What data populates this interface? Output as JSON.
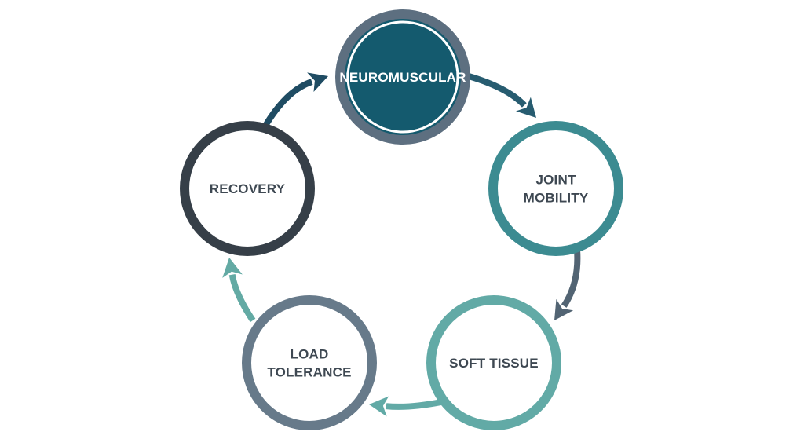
{
  "diagram": {
    "type": "cycle",
    "nodes": [
      {
        "id": "neuromuscular",
        "label": [
          "NEUROMUSCULAR"
        ],
        "ring_color": "#5d6f80",
        "fill_color": "#145a6e",
        "text_color": "#ffffff"
      },
      {
        "id": "joint-mobility",
        "label": [
          "JOINT",
          "MOBILITY"
        ],
        "ring_color": "#3c8b91",
        "fill_color": "#ffffff",
        "text_color": "#3e4852"
      },
      {
        "id": "soft-tissue",
        "label": [
          "SOFT TISSUE"
        ],
        "ring_color": "#62aaa6",
        "fill_color": "#ffffff",
        "text_color": "#3e4852"
      },
      {
        "id": "load-tolerance",
        "label": [
          "LOAD",
          "TOLERANCE"
        ],
        "ring_color": "#677a8a",
        "fill_color": "#ffffff",
        "text_color": "#3e4852"
      },
      {
        "id": "recovery",
        "label": [
          "RECOVERY"
        ],
        "ring_color": "#363f48",
        "fill_color": "#ffffff",
        "text_color": "#3e4852"
      }
    ],
    "arrows": [
      {
        "from": "neuromuscular",
        "to": "joint-mobility",
        "color": "#275c70"
      },
      {
        "from": "joint-mobility",
        "to": "soft-tissue",
        "color": "#526473"
      },
      {
        "from": "soft-tissue",
        "to": "load-tolerance",
        "color": "#62aaa6"
      },
      {
        "from": "load-tolerance",
        "to": "recovery",
        "color": "#63aaa4"
      },
      {
        "from": "recovery",
        "to": "neuromuscular",
        "color": "#1f4c63"
      }
    ]
  }
}
